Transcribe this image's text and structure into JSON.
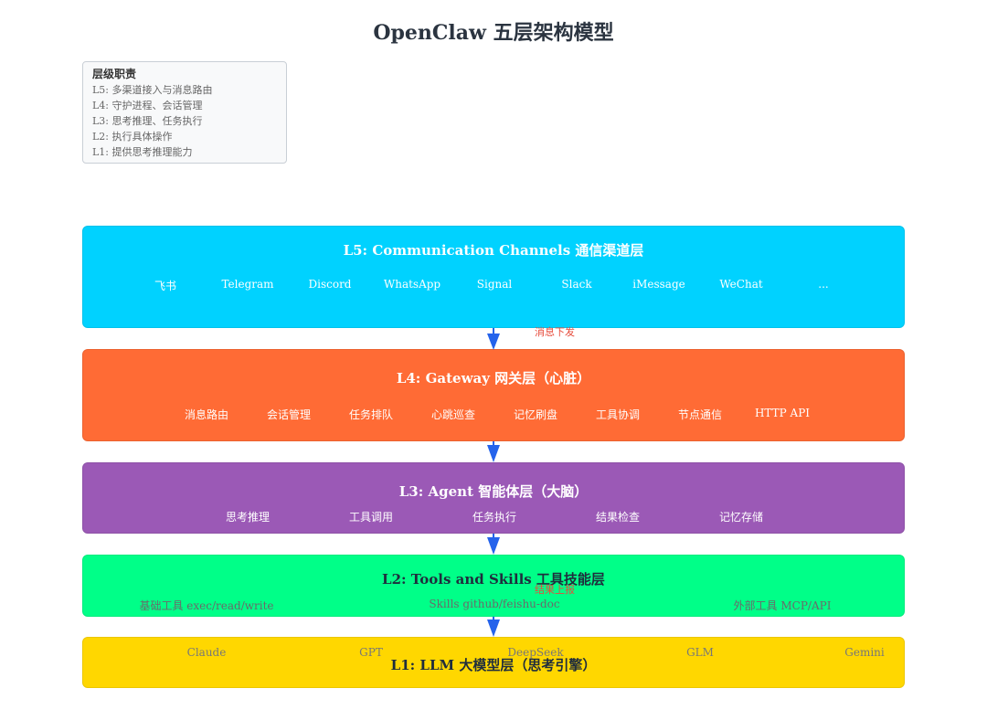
{
  "title": "OpenClaw 五层架构模型",
  "legend": {
    "title": "层级职责",
    "items": [
      "L5: 多渠道接入与消息路由",
      "L4: 守护进程、会话管理",
      "L3: 思考推理、任务执行",
      "L2: 执行具体操作",
      "L1: 提供思考推理能力"
    ]
  },
  "layers": {
    "l5": {
      "title": "L5: Communication Channels 通信渠道层",
      "color": "#00d2ff",
      "items": [
        "飞书",
        "Telegram",
        "Discord",
        "WhatsApp",
        "Signal",
        "Slack",
        "iMessage",
        "WeChat",
        "..."
      ]
    },
    "l4": {
      "title": "L4: Gateway 网关层（心脏）",
      "color": "#ff6b35",
      "items": [
        "消息路由",
        "会话管理",
        "任务排队",
        "心跳巡查",
        "记忆刷盘",
        "工具协调",
        "节点通信",
        "HTTP API"
      ]
    },
    "l3": {
      "title": "L3: Agent 智能体层（大脑）",
      "color": "#9b59b6",
      "items": [
        "思考推理",
        "工具调用",
        "任务执行",
        "结果检查",
        "记忆存储"
      ]
    },
    "l2": {
      "title": "L2: Tools and Skills 工具技能层",
      "color": "#00ff88",
      "items": [
        "基础工具 exec/read/write",
        "Skills github/feishu-doc",
        "外部工具 MCP/API"
      ]
    },
    "l1": {
      "title": "L1: LLM 大模型层（思考引擎）",
      "color": "#ffd700",
      "items": [
        "Claude",
        "GPT",
        "DeepSeek",
        "GLM",
        "Gemini"
      ]
    }
  },
  "flows": {
    "down_label": "消息下发",
    "up_label": "结果上报",
    "arrow_color": "#2563eb",
    "label_color": "#e74c3c"
  }
}
